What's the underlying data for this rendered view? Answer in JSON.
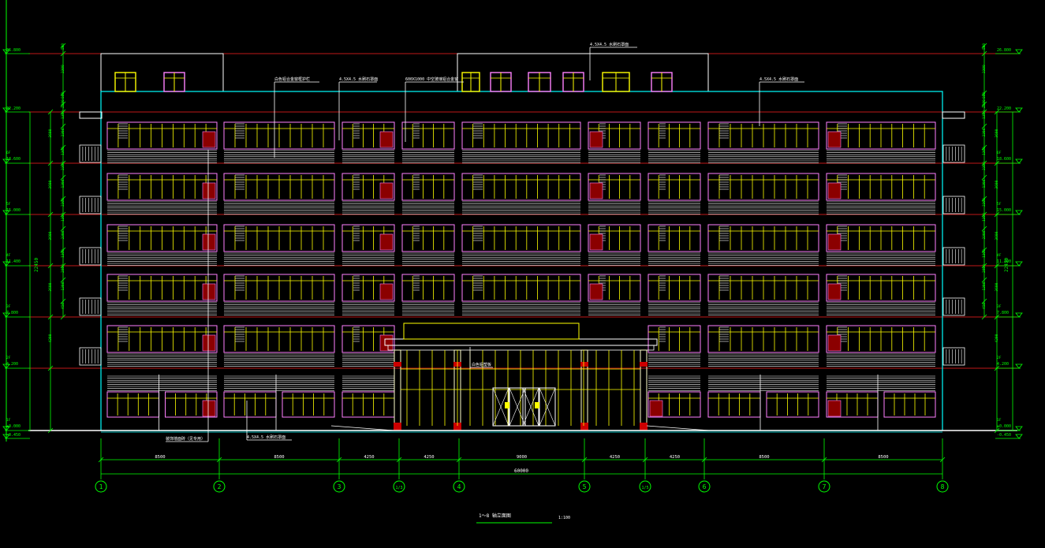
{
  "drawing": {
    "title": "1～8 轴立面图",
    "scale": "1:100",
    "top_callouts": [
      "4.5X4.5 水刷石罩面",
      "白色铝合金窗框护栏",
      "4.5X4.5 水刷石罩面",
      "600X1000 中空玻璃铝合金窗",
      "4.5X4.5 水刷石罩面"
    ],
    "bottom_callouts": [
      "装饰墙面砖（见专用）",
      "4.5X4.5 水刷石罩面"
    ],
    "entrance_callout": "白色铝塑板"
  },
  "axes": {
    "labels": [
      "1",
      "2",
      "3",
      "1/3",
      "4",
      "5",
      "1/5",
      "6",
      "7",
      "8"
    ],
    "spacings": [
      "8500",
      "8500",
      "4250",
      "4250",
      "9000",
      "4250",
      "4250",
      "8500",
      "8500"
    ],
    "total": "60000"
  },
  "elevations": {
    "left": [
      "26.800",
      "22.200",
      "6F 18.600",
      "5F 15.000",
      "4F 11.400",
      "3F 7.800",
      "2F 4.200",
      "1F ±0.000",
      "-0.450"
    ],
    "right": [
      "26.800",
      "22.200",
      "6F 18.600",
      "5F 15.000",
      "4F 11.400",
      "3F 7.800",
      "2F 4.200",
      "1F ±0.000",
      "-0.450"
    ]
  },
  "vertical_dims": {
    "left_segments": [
      "500",
      "2300",
      "900",
      "2300",
      "1300",
      "2300",
      "1300",
      "2300",
      "1300",
      "2300",
      "1300",
      "2300",
      "1300",
      "2900",
      "1300",
      "450"
    ],
    "left_floors": [
      "3600",
      "3600",
      "3600",
      "3600",
      "4200"
    ],
    "overall": "22450",
    "right_segments": [
      "500",
      "2300",
      "900",
      "2300",
      "1300",
      "2300",
      "1300",
      "2300",
      "1300",
      "2300",
      "1300",
      "2300",
      "1300",
      "2900",
      "1300",
      "450"
    ],
    "right_floors": [
      "3600",
      "3600",
      "3600",
      "3600",
      "4200"
    ]
  },
  "colors": {
    "background": "#000000",
    "wall_outline": "#00ffff",
    "level_line": "#ff2020",
    "window_frame": "#ff80ff",
    "mullion": "#ffff00",
    "louver": "#ffffff",
    "accent_panel": "#8b0000",
    "dimension": "#00ff00"
  }
}
